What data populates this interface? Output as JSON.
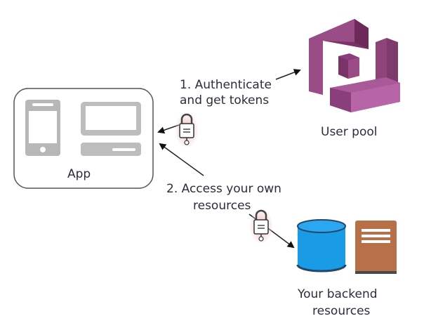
{
  "app": {
    "label": "App"
  },
  "user_pool": {
    "label": "User pool",
    "color": "#8a3f7c"
  },
  "steps": [
    {
      "line1": "1. Authenticate",
      "line2": "and get tokens"
    },
    {
      "line1": "2. Access your own",
      "line2": "resources"
    }
  ],
  "backend": {
    "line1": "Your backend",
    "line2": "resources",
    "db_color": "#1a9be6",
    "doc_color": "#b8704a"
  },
  "icons": {
    "phone": "mobile-phone-icon",
    "desktop": "desktop-computer-icon",
    "token": "padlock-token-icon",
    "cognito": "cognito-user-pool-icon",
    "database": "database-icon",
    "document": "document-icon"
  }
}
